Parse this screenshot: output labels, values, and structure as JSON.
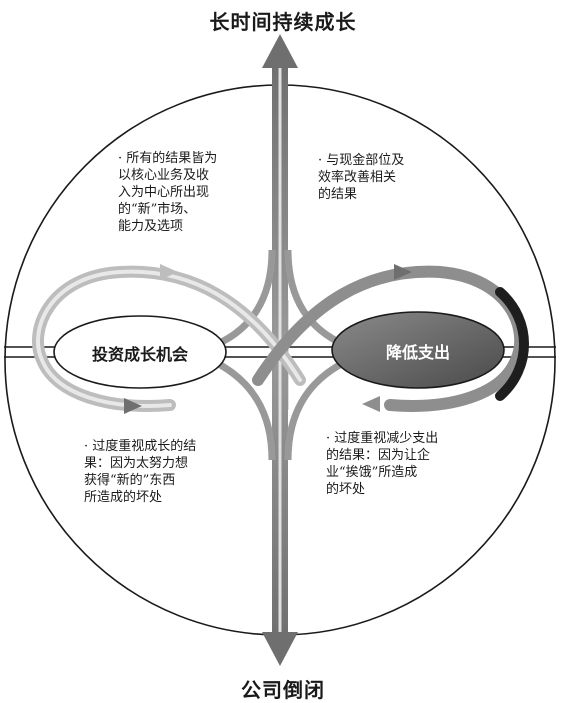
{
  "axis": {
    "top_label": "长时间持续成长",
    "bottom_label": "公司倒闭"
  },
  "ellipses": {
    "left_label": "投资成长机会",
    "right_label": "降低支出"
  },
  "notes": {
    "top_left": "· 所有的结果皆为\n  以核心业务及收\n  入为中心所出现\n  的“新”市场、\n  能力及选项",
    "top_right": "· 与现金部位及\n  效率改善相关\n  的结果",
    "bottom_left": "· 过度重视成长的结\n  果：因为太努力想\n  获得“新的”东西\n  所造成的坏处",
    "bottom_right": "· 过度重视减少支出\n  的结果：因为让企\n  业“挨饿”所造成\n  的坏处"
  },
  "colors": {
    "ink": "#1a1a1a",
    "arrow_gray": "#8e8e8e",
    "arrow_light": "#cfcfcf",
    "right_ellipse": "#6b6b6b"
  }
}
